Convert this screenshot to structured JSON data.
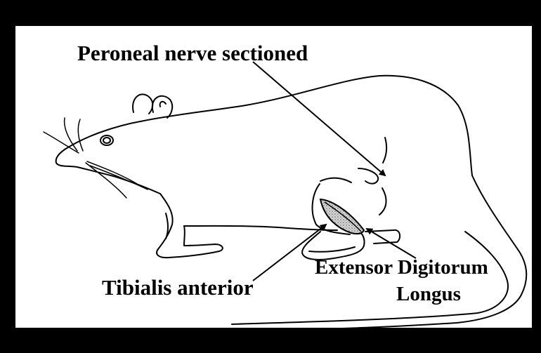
{
  "diagram": {
    "labels": {
      "peroneal": "Peroneal nerve sectioned",
      "tibialis": "Tibialis anterior",
      "edl_line1": "Extensor Digitorum",
      "edl_line2": "Longus"
    },
    "colors": {
      "frame": "#000000",
      "panel": "#ffffff",
      "line": "#000000",
      "muscle_fill": "#c9c9c9"
    }
  }
}
